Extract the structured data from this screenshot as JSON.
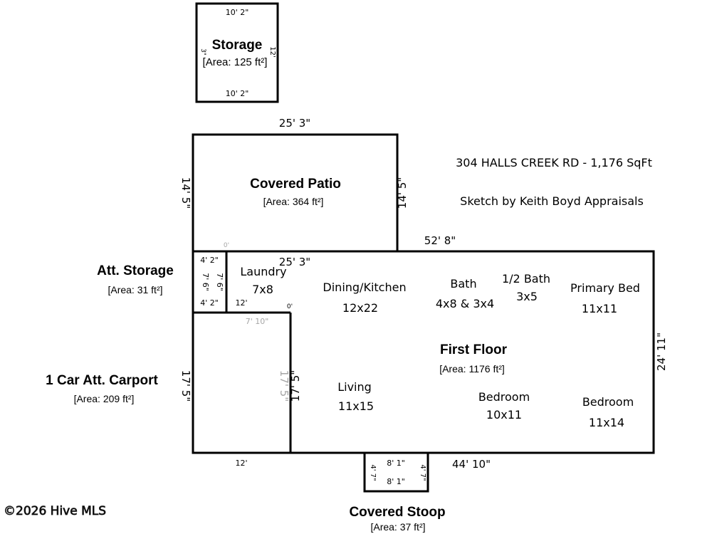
{
  "header": {
    "address": "304 HALLS CREEK RD - 1,176 SqFt",
    "credit": "Sketch by Keith Boyd Appraisals"
  },
  "storage": {
    "name": "Storage",
    "area": "[Area: 125 ft²]",
    "top": "10' 2\"",
    "bottom": "10' 2\"",
    "left": "3\"",
    "right": "12'"
  },
  "patio": {
    "name": "Covered Patio",
    "area": "[Area: 364 ft²]",
    "top": "25' 3\"",
    "bottom": "25' 3\"",
    "left": "14' 5\"",
    "right": "14' 5\"",
    "zero": "0'"
  },
  "att_storage": {
    "name": "Att. Storage",
    "area": "[Area: 31 ft²]",
    "top": "4' 2\"",
    "bottom": "4' 2\"",
    "left": "7' 6\"",
    "right": "7' 6\""
  },
  "carport": {
    "name": "1 Car Att. Carport",
    "area": "[Area: 209 ft²]",
    "top": "7' 10\"",
    "inner_top": "12'",
    "bottom": "12'",
    "left": "17' 5\"",
    "right_inner": "17' 5\"",
    "right": "17' 5\"",
    "zero": "0'"
  },
  "house": {
    "name": "First Floor",
    "area": "[Area: 1176 ft²]",
    "top": "52' 8\"",
    "right": "24' 11\"",
    "bottom": "44' 10\"",
    "rooms": [
      {
        "name": "Laundry",
        "size": "7x8"
      },
      {
        "name": "Dining/Kitchen",
        "size": "12x22"
      },
      {
        "name": "Bath",
        "size": "4x8 & 3x4"
      },
      {
        "name": "1/2 Bath",
        "size": "3x5"
      },
      {
        "name": "Primary Bed",
        "size": "11x11"
      },
      {
        "name": "Living",
        "size": "11x15"
      },
      {
        "name": "Bedroom",
        "size": "10x11"
      },
      {
        "name": "Bedroom",
        "size": "11x14"
      }
    ]
  },
  "stoop": {
    "name": "Covered Stoop",
    "area": "[Area: 37 ft²]",
    "top": "8' 1\"",
    "bottom": "8' 1\"",
    "left": "4' 7\"",
    "right": "4' 7\""
  },
  "watermark": "©2026 Hive MLS"
}
